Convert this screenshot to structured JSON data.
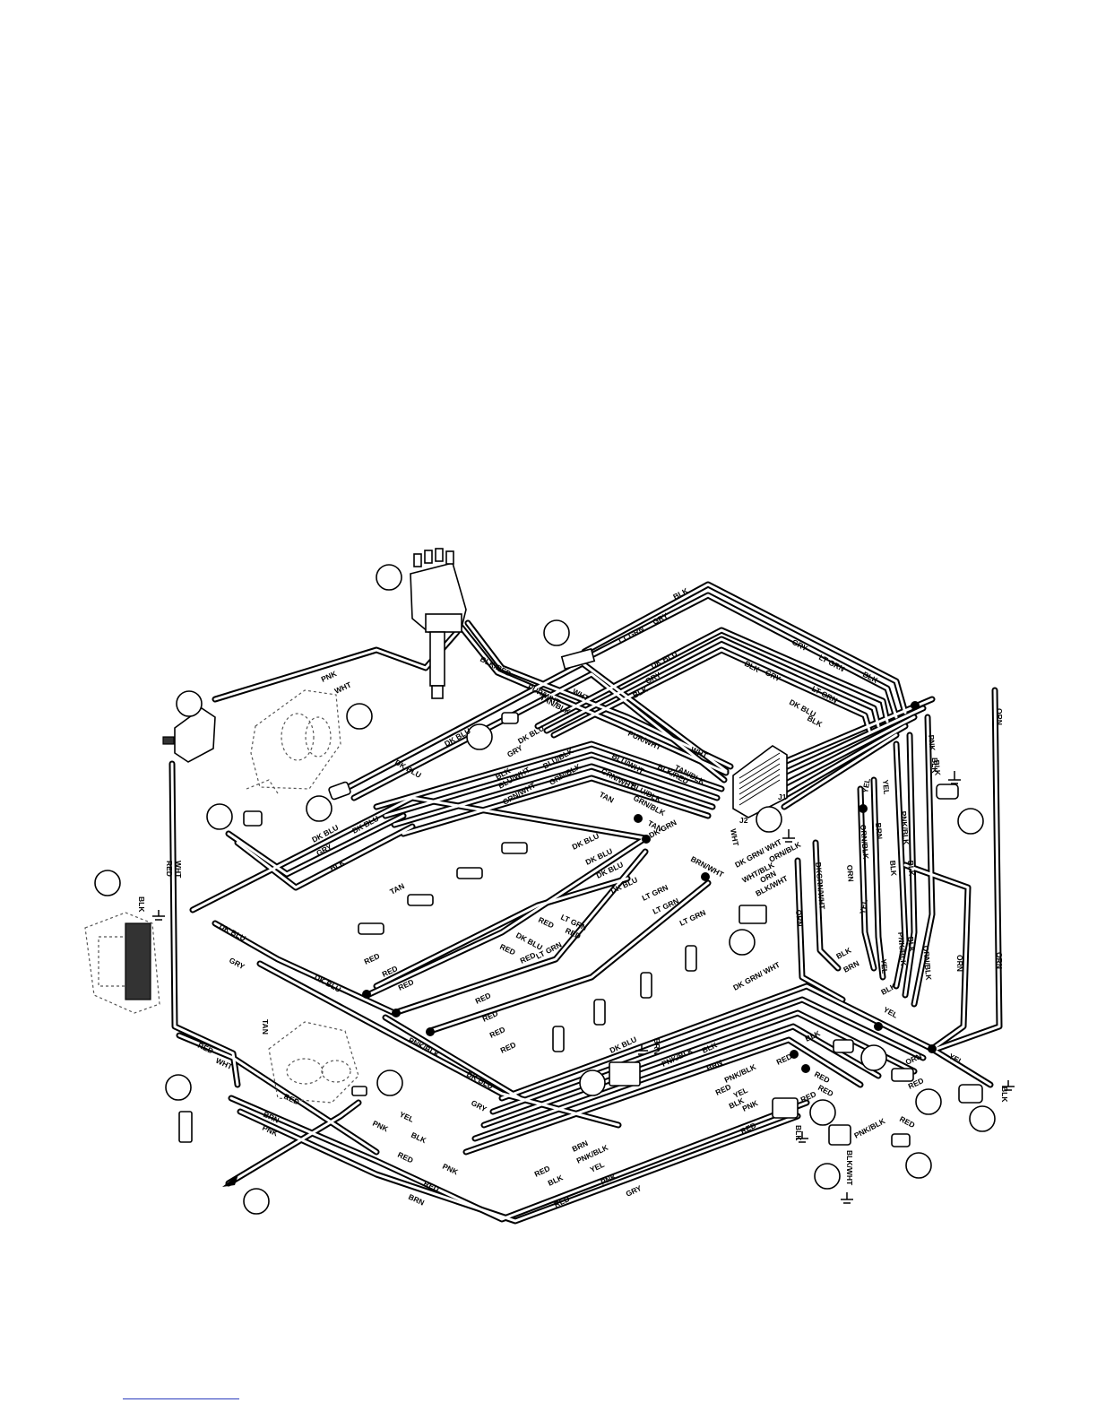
{
  "wire_labels": {
    "blk": "BLK",
    "gry": "GRY",
    "lt_grn": "LT GRN",
    "dk_blu": "DK BLU",
    "pnk": "PNK",
    "wht": "WHT",
    "red": "RED",
    "blk_red": "BLK/RED",
    "pur_wht": "PUR/WHT",
    "tan_blk": "TAN/BLK",
    "tan": "TAN",
    "blu_wht": "BLU/WHT",
    "blu_blk": "BLU/BLK",
    "grn_wht": "GRN/WHT",
    "grn_blk": "GRN/BLK",
    "brn_wht": "BRN/WHT",
    "dk_grn": "DK GRN",
    "dk_grn_wht": "DK GRN/ WHT",
    "dk_grn_wht2": "DKGRN/WHT",
    "wht_blk": "WHT/BLK",
    "orn_blk": "ORN/BLK",
    "orn": "ORN",
    "blk_wht": "BLK/WHT",
    "yel": "YEL",
    "brn": "BRN",
    "pnk_blk": "PNK/BLK",
    "blk_wht_gnd": "BLK/WHT"
  },
  "connector_labels": {
    "j1": "J1",
    "j2": "J2"
  }
}
